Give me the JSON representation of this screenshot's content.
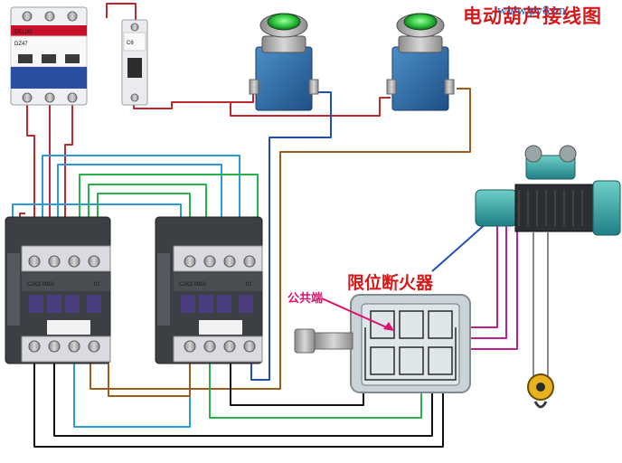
{
  "header": {
    "title": "电动葫芦接线图",
    "website": "www.pv8.cn"
  },
  "labels": {
    "limit_switch": "限位断火器",
    "common_terminal": "公共端"
  },
  "devices": {
    "breaker_3p_brand": "DELIXI",
    "breaker_3p_rating": "DZ47",
    "breaker_1p_rating": "C6",
    "contactor_left_plate": "CJX2 0910",
    "contactor_right_plate": "CJX2 0910",
    "contactor_left_code": "01",
    "contactor_right_code": "01"
  },
  "colors": {
    "wire_red": "#c0282b",
    "wire_blue": "#1f4fbf",
    "wire_lightblue": "#2a9bd8",
    "wire_green": "#27b24a",
    "wire_brown": "#a05a1a",
    "wire_black": "#111111",
    "wire_magenta": "#c0208a",
    "button_green": "#35d64a",
    "button_body": "#2f6fae"
  }
}
